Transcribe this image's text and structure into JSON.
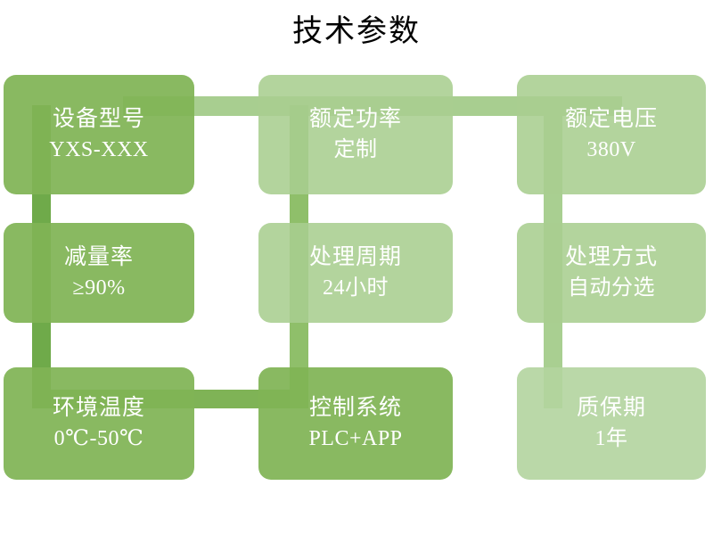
{
  "title": "技术参数",
  "colors": {
    "green_dark": "#6faa4a",
    "green_mid": "#80b455",
    "green_light": "#a8ce90",
    "green_pale": "#b2d49e",
    "text": "#ffffff",
    "title_text": "#000000",
    "background": "#ffffff"
  },
  "cards": [
    {
      "label": "设备型号",
      "value": "YXS-XXX",
      "tone": "mid"
    },
    {
      "label": "额定功率",
      "value": "定制",
      "tone": "light"
    },
    {
      "label": "额定电压",
      "value": "380V",
      "tone": "light"
    },
    {
      "label": "减量率",
      "value": "≥90%",
      "tone": "mid"
    },
    {
      "label": "处理周期",
      "value": "24小时",
      "tone": "light"
    },
    {
      "label": "处理方式",
      "value": "自动分选",
      "tone": "light"
    },
    {
      "label": "环境温度",
      "value": "0℃-50℃",
      "tone": "mid"
    },
    {
      "label": "控制系统",
      "value": "PLC+APP",
      "tone": "mid"
    },
    {
      "label": "质保期",
      "value": "1年",
      "tone": "pale"
    }
  ],
  "connectors": [
    {
      "name": "vertical-col1-row1-row2",
      "orientation": "vertical",
      "color": "#6faa4a"
    },
    {
      "name": "vertical-col1-row2-row3",
      "orientation": "vertical",
      "color": "#6faa4a"
    },
    {
      "name": "vertical-col2-row1-row2",
      "orientation": "vertical",
      "color": "#a8ce90"
    },
    {
      "name": "vertical-col2-row2-row3",
      "orientation": "vertical",
      "color": "#85b95e"
    },
    {
      "name": "vertical-col3-row1-row2",
      "orientation": "vertical",
      "color": "#b2d49e"
    },
    {
      "name": "vertical-col3-row2-row3",
      "orientation": "vertical",
      "color": "#b2d49e"
    },
    {
      "name": "horizontal-row1-col1-col2",
      "orientation": "horizontal",
      "color": "#a8ce90"
    },
    {
      "name": "horizontal-row3-col1-col2",
      "orientation": "horizontal",
      "color": "#7fb356"
    }
  ]
}
